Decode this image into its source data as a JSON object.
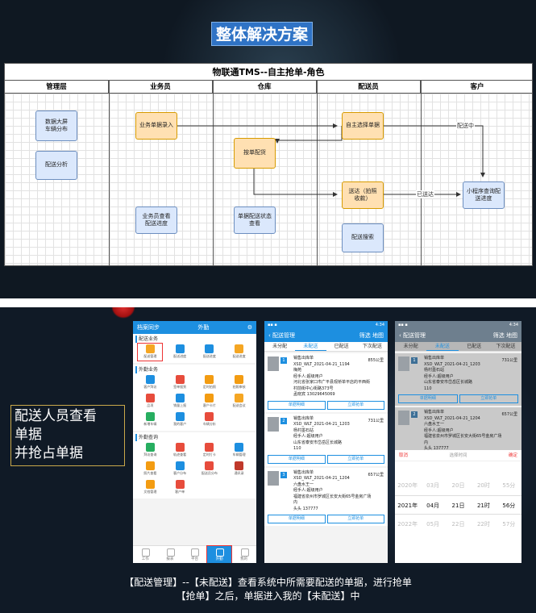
{
  "slide1": {
    "title": "整体解决方案",
    "diagram": {
      "title": "物联通TMS--自主抢单-角色",
      "lanes": [
        "管理层",
        "业务员",
        "仓库",
        "配送员",
        "客户"
      ],
      "boxes": {
        "bigscreen": "数据大屏\n车辆分布",
        "analysis": "配送分析",
        "order_entry": "业务单据录入",
        "sales_view": "业务员查看\n配送进度",
        "pick": "按单配货",
        "warehouse_view": "单据配送状态\n查看",
        "choose_order": "自主选择单据",
        "delivery": "送达（拍照\n收款）",
        "search": "配送搜索",
        "customer_view": "小程序查询配\n送进度"
      },
      "labels": {
        "delivering": "配送中",
        "delivered": "已送达"
      }
    }
  },
  "slide2": {
    "left_text": [
      "配送人员查看",
      "单据",
      "并抢占单据"
    ],
    "caption": [
      "【配送管理】--【未配送】查看系统中所需要配送的单据，进行抢单",
      "【抢单】之后，单据进入我的【未配送】中"
    ],
    "phone1": {
      "header_left": "档案同步",
      "header_title": "外勤",
      "sections": [
        {
          "title": "配送业务",
          "items": [
            "配送管理",
            "配送进度",
            "配送进度",
            "配送进度"
          ]
        },
        {
          "title": "外勤业务",
          "items": [
            "客户拜访",
            "签单报到",
            "定时拍照",
            "拍照审核",
            "品项",
            "销量上报",
            "客户卡片",
            "配送会议",
            "新增车辆",
            "我的客户",
            "车辆分析"
          ]
        },
        {
          "title": "外勤查询",
          "items": [
            "拜访查询",
            "轨迹查看",
            "定时打卡",
            "车辆管理",
            "照片查看",
            "客户分布",
            "配送员分布",
            "通讯录",
            "文档管理",
            "客户单"
          ]
        }
      ],
      "nav": [
        "工作",
        "报表",
        "平台",
        "外勤",
        "我的"
      ]
    },
    "phone2": {
      "status": "4:34",
      "title": "配送管理",
      "actions": "筛选  地图",
      "tabs": [
        "未分配",
        "未配送",
        "已配送",
        "下次配送"
      ],
      "cards": [
        {
          "num": "1",
          "lines": [
            "销售出库单",
            "XSD_WLT_2021-04-21_1194",
            "梅苑",
            "经手人:超级用户",
            "河北省张家口市广平县观桥单平店的平西街",
            "村前街中心街路373号",
            "孟晓宾          13029645069"
          ],
          "dist": "855公里"
        },
        {
          "num": "2",
          "lines": [
            "销售出库单",
            "XSD_WLT_2021-04-21_1203",
            "杨村墨石站",
            "经手人:超级用户",
            "山东省泰安市岱岳区长城路",
            "                110"
          ],
          "dist": "731公里"
        },
        {
          "num": "3",
          "lines": [
            "销售出库单",
            "XSD_WLT_2021-04-21_1204",
            "六盘水王一",
            "经手人:超级用户",
            "福建省泉州市罗城区长安大街65号金房广场",
            "内",
            "头头          137777"
          ],
          "dist": "657公里"
        }
      ],
      "btn_view": "单据明细",
      "btn_grab": "立即抢单"
    },
    "phone3": {
      "status": "4:34",
      "title": "配送管理",
      "actions": "筛选  地图",
      "tabs": [
        "未分配",
        "未配送",
        "已配送",
        "下次配送"
      ],
      "cards": [
        {
          "num": "1",
          "lines": [
            "销售出库单",
            "XSD_WLT_2021-04-21_1203",
            "杨村墨石站",
            "经手人:超级用户",
            "山东省泰安市岱岳区长城路",
            "                110"
          ],
          "dist": "731公里"
        },
        {
          "num": "2",
          "lines": [
            "销售出库单",
            "XSD_WLT_2021-04-21_1204",
            "六盘水王一",
            "经手人:超级用户",
            "福建省泉州市罗城区长安大街65号金房广场",
            "内",
            "头头          137777"
          ],
          "dist": "657公里"
        }
      ],
      "btn_view": "单据明细",
      "btn_grab": "立即抢单",
      "picker": {
        "cancel": "取消",
        "title": "选择时间",
        "ok": "确定",
        "rows": [
          [
            "2020年",
            "03月",
            "20日",
            "20时",
            "55分"
          ],
          [
            "2021年",
            "04月",
            "21日",
            "21时",
            "56分"
          ],
          [
            "2022年",
            "05月",
            "22日",
            "22时",
            "57分"
          ]
        ]
      }
    }
  }
}
